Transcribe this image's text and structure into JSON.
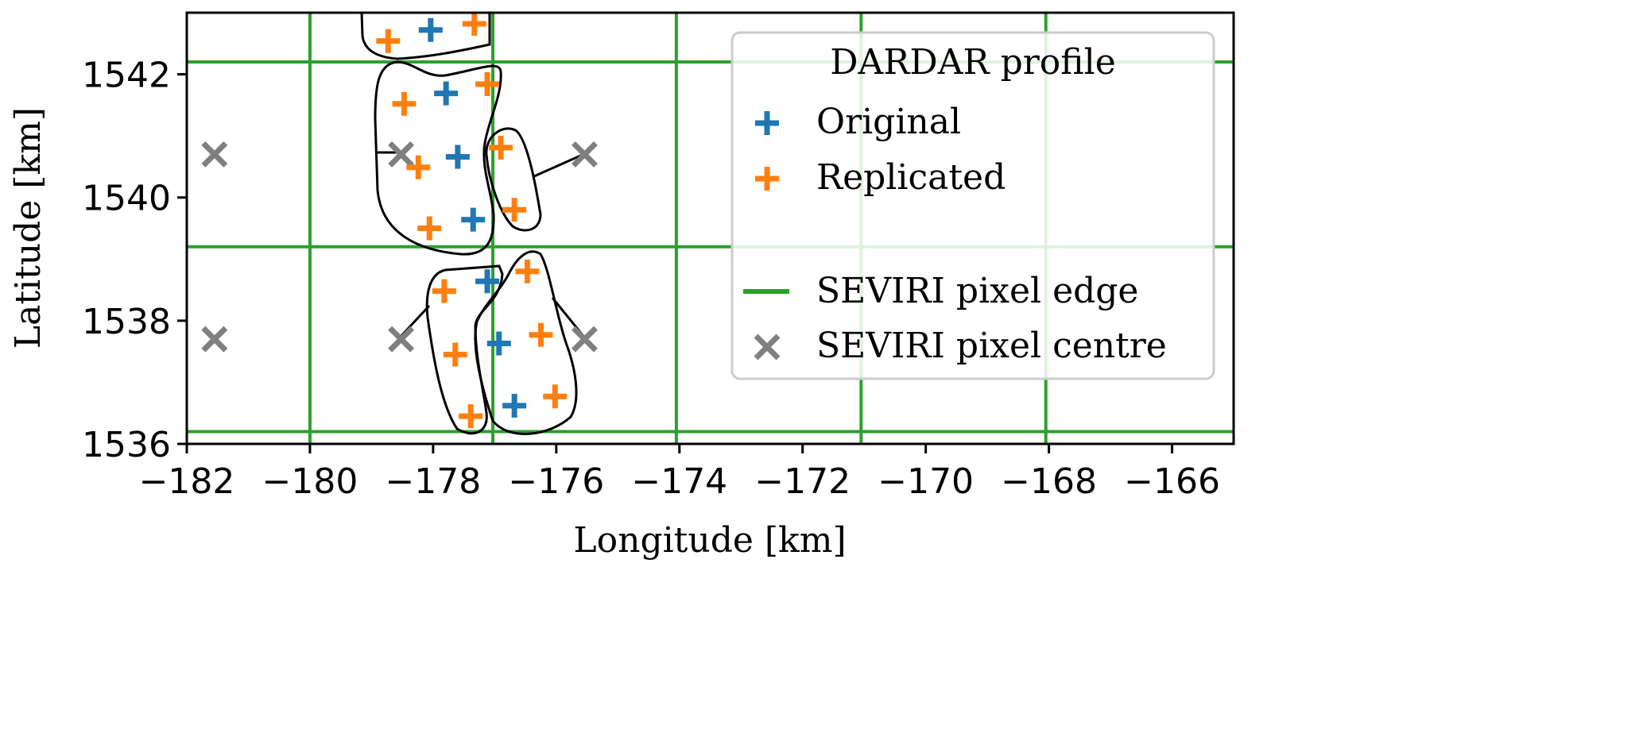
{
  "chart_data": {
    "type": "scatter",
    "xlabel": "Longitude [km]",
    "ylabel": "Latitude [km]",
    "xlim": [
      -182,
      -165
    ],
    "ylim": [
      1536,
      1543
    ],
    "xticks": [
      -182,
      -180,
      -178,
      -176,
      -174,
      -172,
      -170,
      -168,
      -166
    ],
    "xtick_labels": [
      "−182",
      "−180",
      "−178",
      "−176",
      "−174",
      "−172",
      "−170",
      "−168",
      "−166"
    ],
    "yticks": [
      1536,
      1538,
      1540,
      1542
    ],
    "ytick_labels": [
      "1536",
      "1538",
      "1540",
      "1542"
    ],
    "grid": false,
    "legend": {
      "placement": "upper-right",
      "title": "DARDAR profile",
      "entries": [
        "Original",
        "Replicated",
        "SEVIRI pixel edge",
        "SEVIRI pixel centre"
      ]
    },
    "colors": {
      "original": "#1f77b4",
      "replicated": "#ff7f0e",
      "edge": "#2ca02c",
      "centre": "#7f7f7f",
      "contour": "#000000"
    },
    "series": [
      {
        "name": "Original",
        "marker": "plus",
        "points": [
          [
            -178.04,
            1542.72
          ],
          [
            -177.79,
            1541.69
          ],
          [
            -177.6,
            1540.66
          ],
          [
            -177.35,
            1539.64
          ],
          [
            -177.12,
            1538.64
          ],
          [
            -176.93,
            1537.63
          ],
          [
            -176.68,
            1536.62
          ]
        ]
      },
      {
        "name": "Replicated",
        "marker": "plus",
        "points": [
          [
            -178.73,
            1542.54
          ],
          [
            -177.33,
            1542.82
          ],
          [
            -178.47,
            1541.52
          ],
          [
            -177.12,
            1541.84
          ],
          [
            -178.24,
            1540.49
          ],
          [
            -176.9,
            1540.81
          ],
          [
            -178.06,
            1539.5
          ],
          [
            -176.68,
            1539.8
          ],
          [
            -177.82,
            1538.48
          ],
          [
            -176.47,
            1538.8
          ],
          [
            -177.64,
            1537.45
          ],
          [
            -176.25,
            1537.77
          ],
          [
            -177.39,
            1536.45
          ],
          [
            -176.02,
            1536.77
          ]
        ]
      },
      {
        "name": "SEVIRI pixel centre",
        "marker": "x",
        "points": [
          [
            -181.55,
            1540.7
          ],
          [
            -178.52,
            1540.7
          ],
          [
            -175.54,
            1540.7
          ],
          [
            -181.55,
            1537.7
          ],
          [
            -178.52,
            1537.7
          ],
          [
            -175.54,
            1537.7
          ]
        ]
      },
      {
        "name": "SEVIRI pixel edge",
        "vertical_x": [
          -180.0,
          -177.03,
          -174.05,
          -171.05,
          -168.05
        ],
        "horizontal_y": [
          1542.2,
          1539.2,
          1536.2
        ]
      }
    ]
  }
}
